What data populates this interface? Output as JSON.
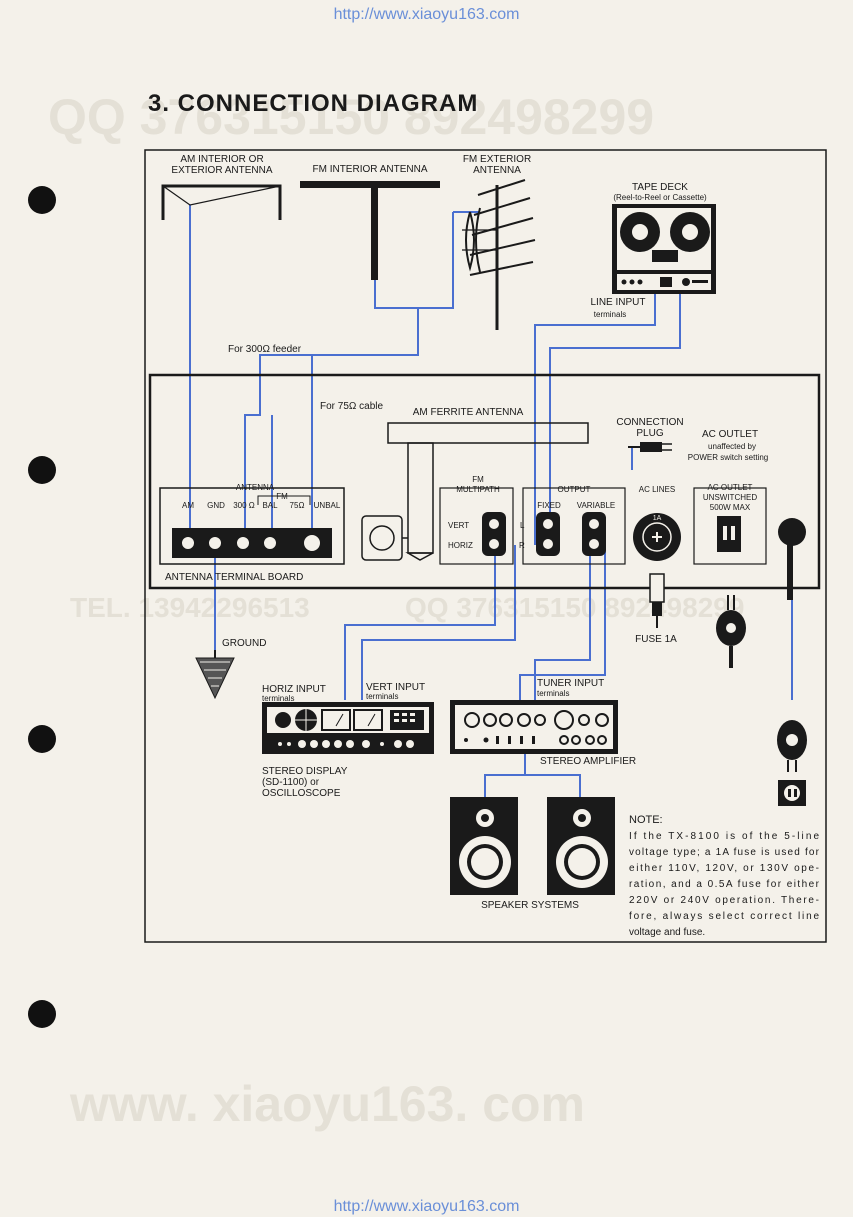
{
  "header_url": "http://www.xiaoyu163.com",
  "footer_url": "http://www.xiaoyu163.com",
  "title": "3. CONNECTION DIAGRAM",
  "watermarks": {
    "qq_top": "QQ 376315150   892498299",
    "tel": "TEL. 13942296513",
    "qq_mid": "QQ 376315150  892498299",
    "site": "www. xiaoyu163. com"
  },
  "labels": {
    "am_antenna": [
      "AM INTERIOR OR",
      "EXTERIOR ANTENNA"
    ],
    "fm_interior": "FM INTERIOR ANTENNA",
    "fm_exterior": [
      "FM EXTERIOR",
      "ANTENNA"
    ],
    "tape_deck": "TAPE DECK",
    "tape_deck_sub": "(Reel-to-Reel or Cassette)",
    "line_input": "LINE INPUT",
    "line_input_sub": "terminals",
    "feeder_300": "For 300Ω feeder",
    "cable_75": "For 75Ω cable",
    "am_ferrite": "AM FERRITE ANTENNA",
    "connection_plug": [
      "CONNECTION",
      "PLUG"
    ],
    "ac_outlet": "AC OUTLET",
    "ac_outlet_sub": [
      "unaffected by",
      "POWER switch setting"
    ],
    "antenna_group": "ANTENNA",
    "fm_group": "FM",
    "term_am": "AM",
    "term_gnd": "GND",
    "term_300": "300 Ω",
    "term_bal": "BAL",
    "term_75": "75Ω",
    "term_unbal": "UNBAL",
    "fm_multipath": [
      "FM",
      "MULTIPATH"
    ],
    "vert": "VERT",
    "horiz": "HORIZ",
    "output": "OUTPUT",
    "fixed": "FIXED",
    "variable": "VARIABLE",
    "l": "L",
    "r": "R",
    "ac_lines": "AC LINES",
    "fuse_label": "1A",
    "ac_outlet_unsw": [
      "AC OUTLET",
      "UNSWITCHED",
      "500W MAX"
    ],
    "antenna_terminal_board": "ANTENNA TERMINAL BOARD",
    "ground": "GROUND",
    "fuse": "FUSE 1A",
    "horiz_input": "HORIZ INPUT",
    "horiz_input_sub": "terminals",
    "vert_input": "VERT INPUT",
    "vert_input_sub": "terminals",
    "tuner_input": "TUNER INPUT",
    "tuner_input_sub": "terminals",
    "stereo_display": [
      "STEREO DISPLAY",
      "(SD-1100) or",
      "OSCILLOSCOPE"
    ],
    "stereo_amplifier": "STEREO AMPLIFIER",
    "speaker_systems": "SPEAKER SYSTEMS"
  },
  "note": {
    "heading": "NOTE:",
    "lines": [
      "If the TX-8100 is of the 5-line",
      "voltage type; a 1A fuse is used for",
      "either 110V, 120V, or 130V ope-",
      "ration, and a 0.5A fuse for either",
      "220V or 240V operation. There-",
      "fore, always select correct line",
      "voltage and fuse."
    ]
  },
  "colors": {
    "wire": "#4a6fd0",
    "ink": "#1a1a1a",
    "paper": "#f4f1ea"
  }
}
